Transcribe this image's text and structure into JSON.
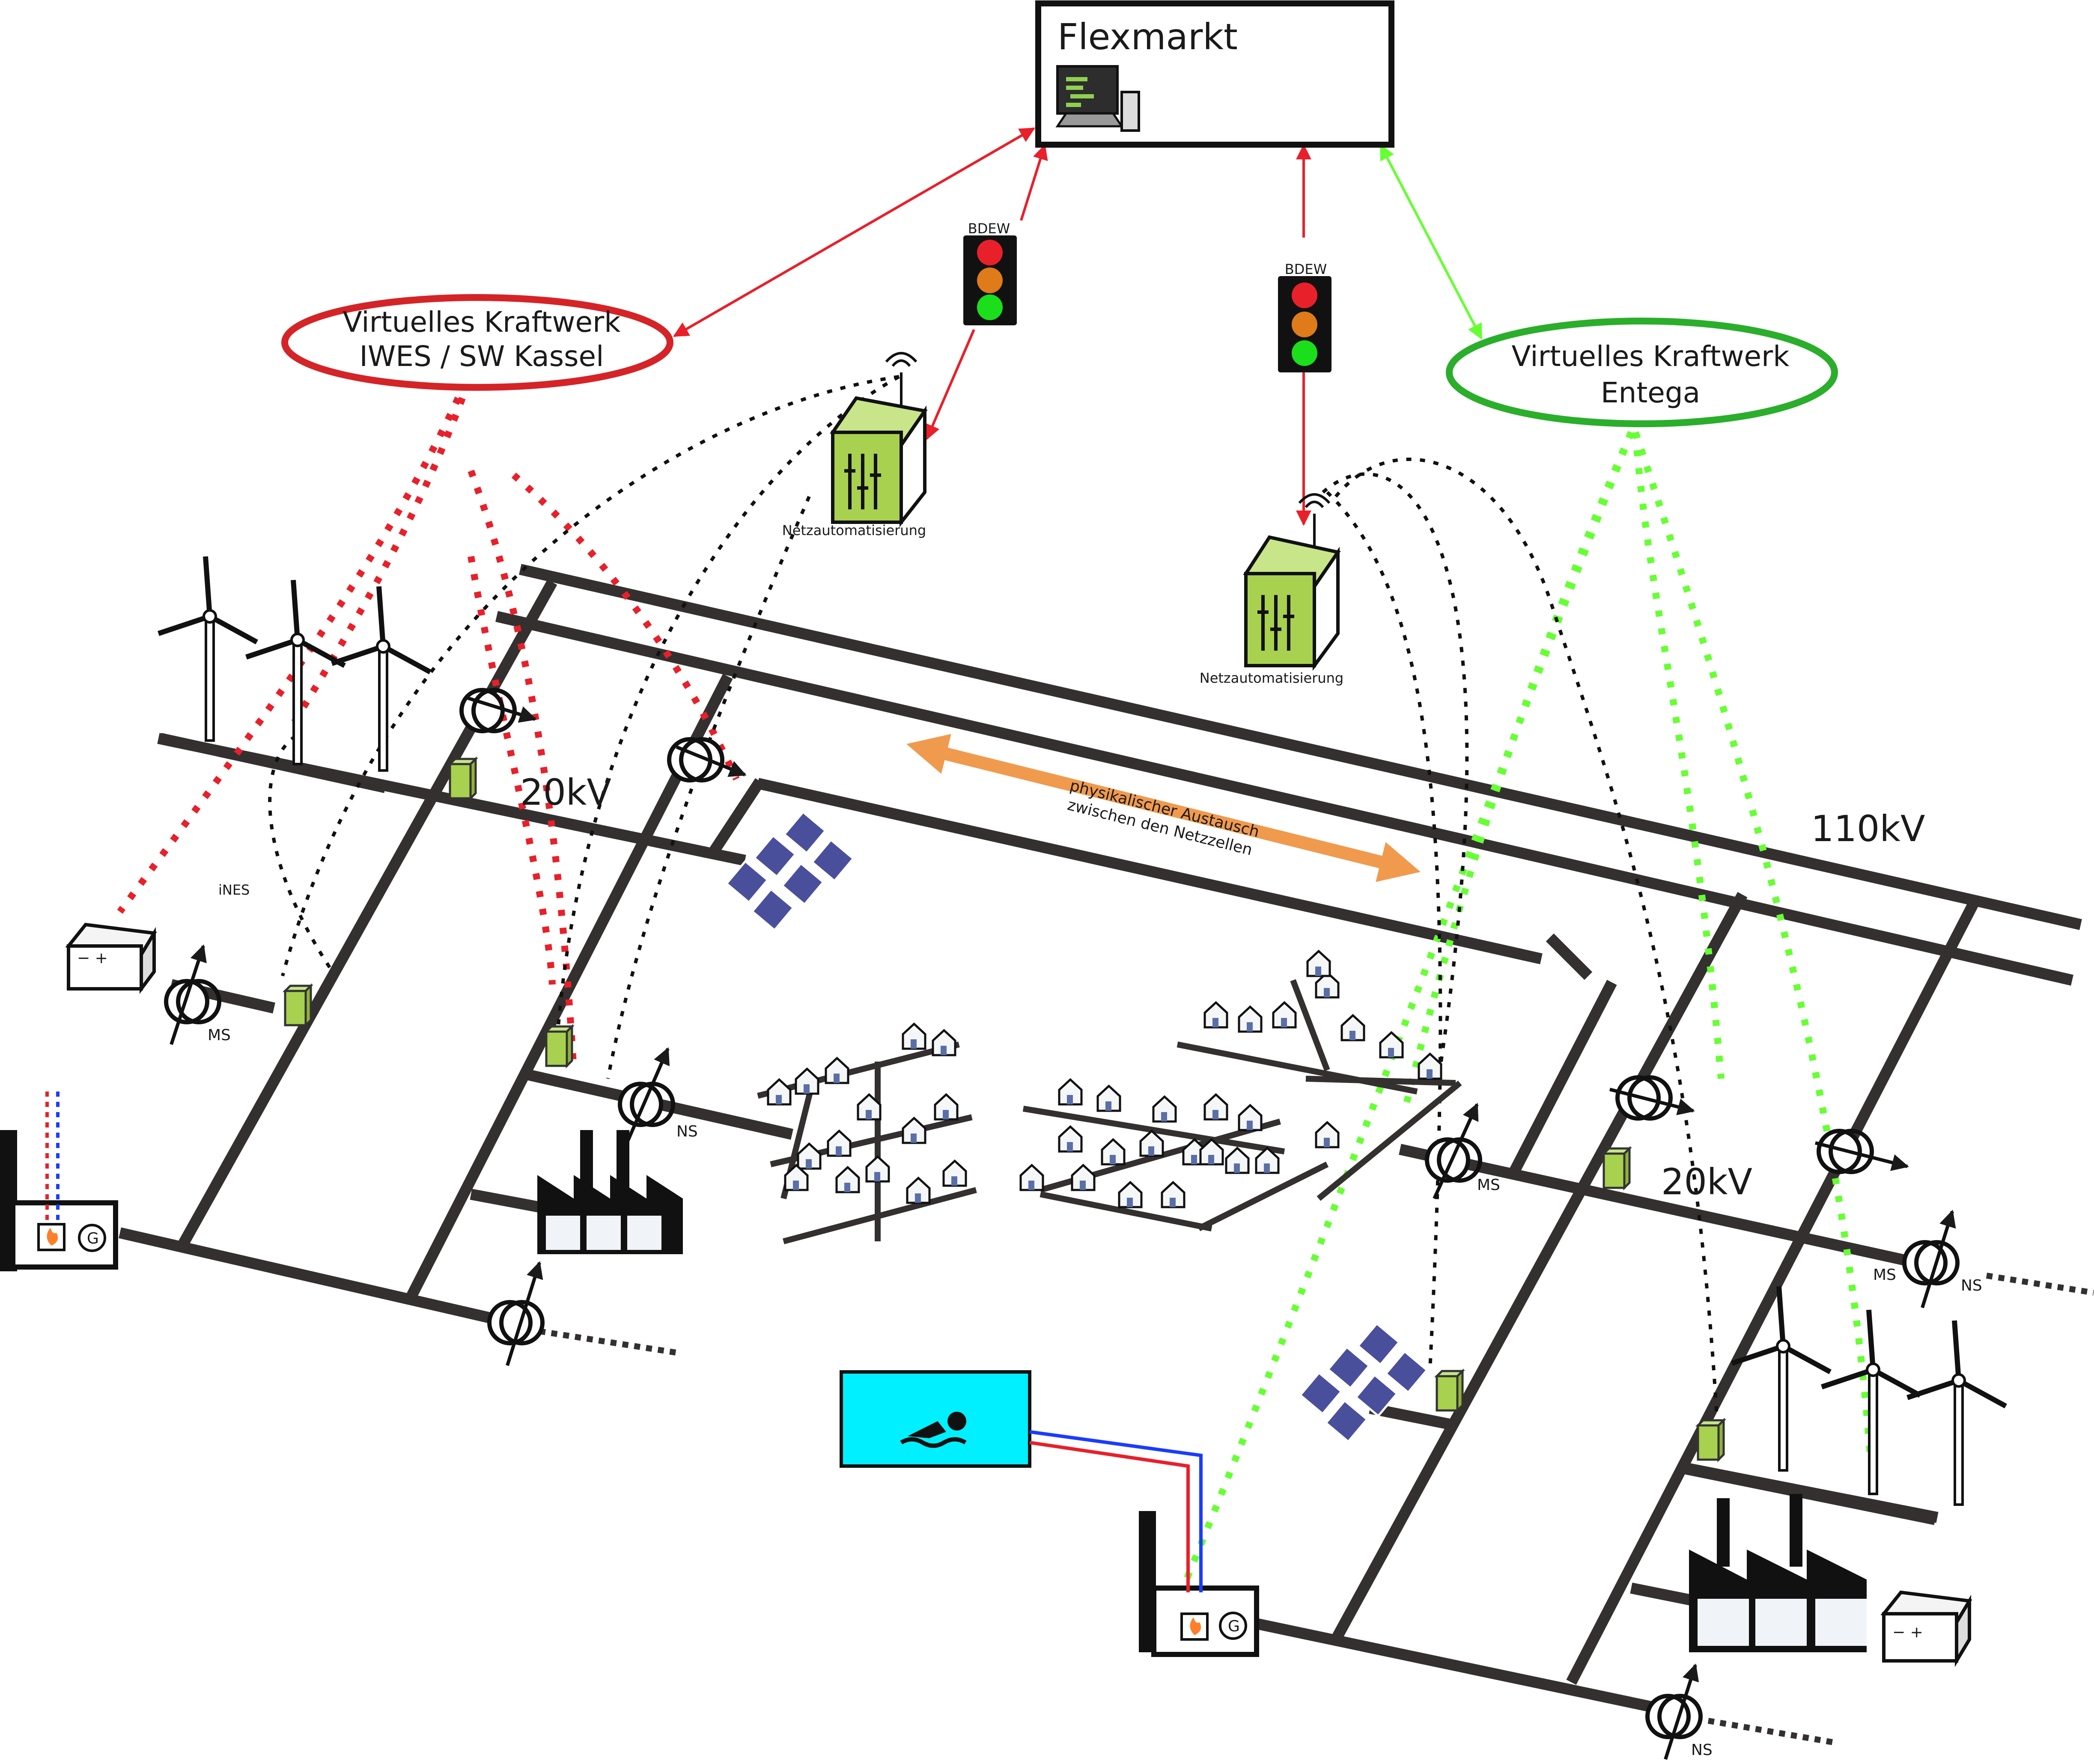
{
  "colors": {
    "line": "#353030",
    "red": "#e8202a",
    "red_dark": "#d42427",
    "green": "#2bae2b",
    "green_light": "#66ff33",
    "orange": "#f09a4e",
    "pool": "#00f0ff",
    "module_green": "#a8d14f",
    "solar": "#4a4f9c"
  },
  "labels": {
    "flexmarkt": "Flexmarkt",
    "vk_iwes_line1": "Virtuelles Kraftwerk",
    "vk_iwes_line2": "IWES / SW Kassel",
    "vk_entega_line1": "Virtuelles Kraftwerk",
    "vk_entega_line2": "Entega",
    "bdew_1": "BDEW",
    "bdew_2": "BDEW",
    "netzautomatisierung_1": "Netzautomatisierung",
    "netzautomatisierung_2": "Netzautomatisierung",
    "voltage_20kv_left": "20kV",
    "voltage_110kv": "110kV",
    "voltage_20kv_right": "20kV",
    "austausch_line1": "physikalischer Austausch",
    "austausch_line2": "zwischen den Netzzellen",
    "ines": "iNES",
    "ms_1": "MS",
    "ns_1": "NS",
    "ms_2": "MS",
    "ms_3": "MS",
    "ns_3": "NS",
    "ns_4": "NS",
    "generator_1": "G",
    "generator_2": "G",
    "battery_1": "− +",
    "battery_2": "− +"
  },
  "icons": {
    "computer": "computer-icon",
    "traffic_light": "traffic-light-icon",
    "antenna": "antenna-icon",
    "wind_turbine": "wind-turbine-icon",
    "solar_panel": "solar-panel-icon",
    "factory": "factory-icon",
    "house": "house-icon",
    "transformer": "transformer-icon",
    "swimmer": "swimmer-icon",
    "flame": "flame-icon",
    "battery": "battery-icon"
  }
}
